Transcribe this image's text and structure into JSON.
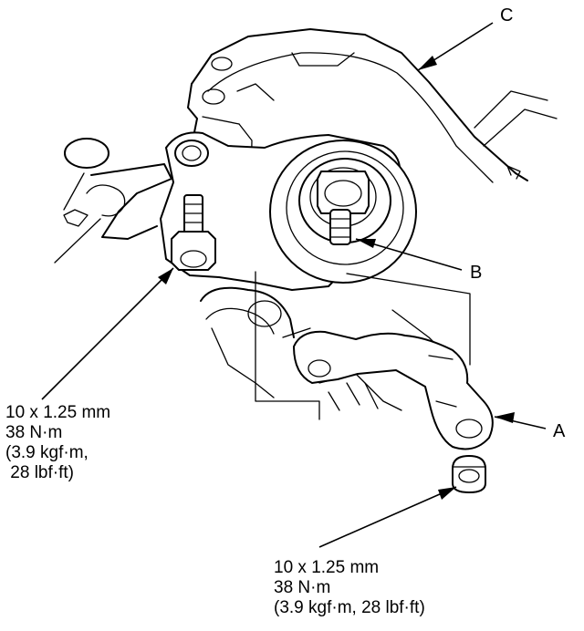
{
  "callouts": {
    "a": "A",
    "b": "B",
    "c": "C"
  },
  "torque_left": {
    "size": "10 x 1.25 mm",
    "torque": "38 N·m",
    "kgf": "(3.9 kgf·m,",
    "lbf": " 28 lbf·ft)"
  },
  "torque_bottom": {
    "size": "10 x 1.25 mm",
    "torque": "38 N·m",
    "combined": "(3.9 kgf·m, 28 lbf·ft)"
  }
}
